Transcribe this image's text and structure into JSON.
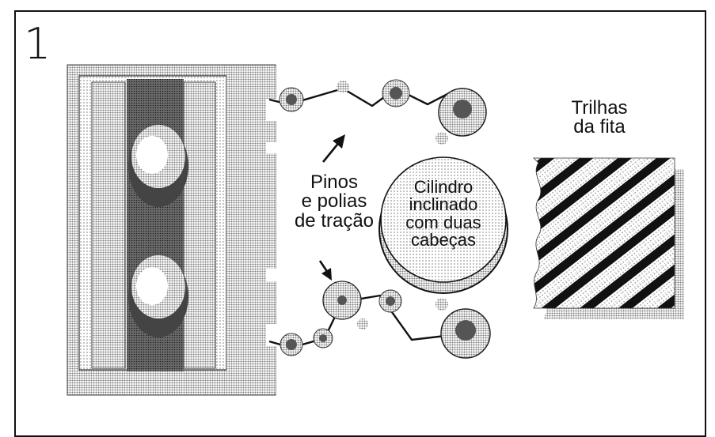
{
  "figure": {
    "number": "1"
  },
  "labels": {
    "pins": [
      "Pinos",
      "e polias",
      "de tração"
    ],
    "cylinder": [
      "Cilindro",
      "inclinado",
      "com duas",
      "cabeças"
    ],
    "tracks": [
      "Trilhas",
      "da fita"
    ]
  },
  "colors": {
    "ink": "#111111",
    "paper": "#ffffff",
    "halftone": "#bdbdbd",
    "dark": "#555555"
  },
  "icons": [
    "arrow-up-icon",
    "arrow-down-icon",
    "pulley-icon",
    "pin-icon"
  ]
}
